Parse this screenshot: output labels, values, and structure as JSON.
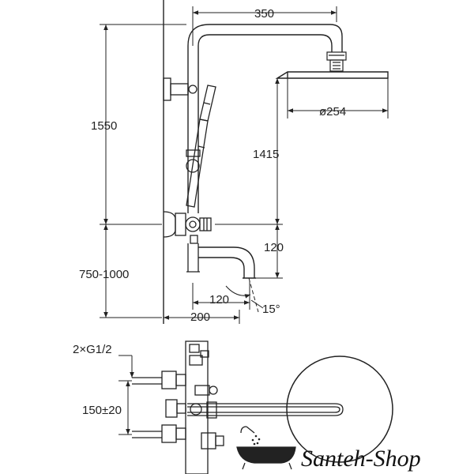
{
  "dimensions": {
    "top_width": "350",
    "total_height": "1550",
    "head_height": "1415",
    "head_diameter": "ø254",
    "mount_height": "750-1000",
    "spout_height": "120",
    "spout_offset": "120",
    "spout_angle": "15°",
    "wall_offset": "200",
    "inlets": "2×G1/2",
    "inlet_spacing": "150±20"
  },
  "brand": {
    "name": "Santeh-Shop"
  }
}
